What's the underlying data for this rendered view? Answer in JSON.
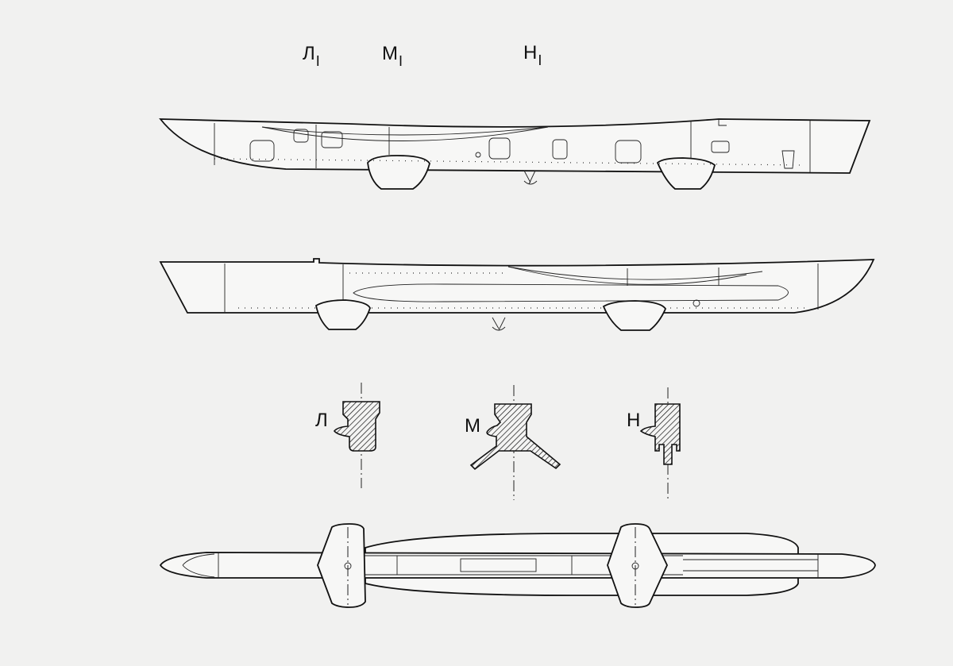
{
  "top_labels": [
    {
      "letter": "Л",
      "sub": "I"
    },
    {
      "letter": "М",
      "sub": "I"
    },
    {
      "letter": "Н",
      "sub": "I"
    }
  ],
  "section_labels": [
    "Л",
    "М",
    "Н"
  ]
}
